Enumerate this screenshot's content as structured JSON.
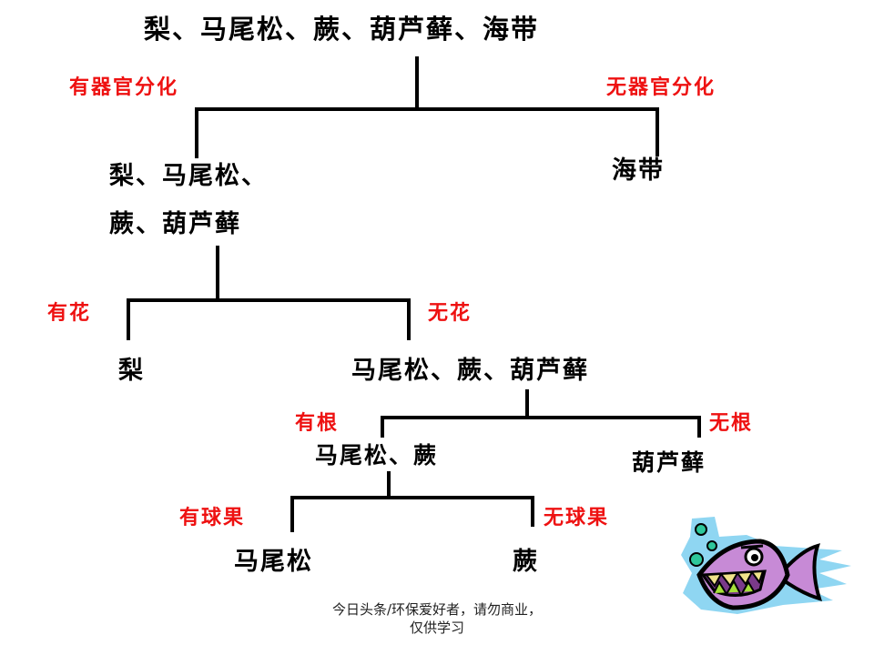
{
  "diagram": {
    "type": "dichotomous-key",
    "root": "梨、马尾松、蕨、葫芦藓、海带",
    "level1": {
      "left_label": "有器官分化",
      "right_label": "无器官分化",
      "left_node_line1": "梨、马尾松、",
      "left_node_line2": "蕨、葫芦藓",
      "right_node": "海带"
    },
    "level2": {
      "left_label": "有花",
      "right_label": "无花",
      "left_node": "梨",
      "right_node": "马尾松、蕨、葫芦藓"
    },
    "level3": {
      "left_label": "有根",
      "right_label": "无根",
      "left_node": "马尾松、蕨",
      "right_node": "葫芦藓"
    },
    "level4": {
      "left_label": "有球果",
      "right_label": "无球果",
      "left_node": "马尾松",
      "right_node": "蕨"
    },
    "colors": {
      "node_text": "#000000",
      "label_text": "#ee1111",
      "lines": "#000000"
    }
  },
  "footer": {
    "line1": "今日头条/环保爱好者，请勿商业，",
    "line2": "仅供学习"
  },
  "decoration": {
    "icon": "cartoon-fish-icon"
  }
}
